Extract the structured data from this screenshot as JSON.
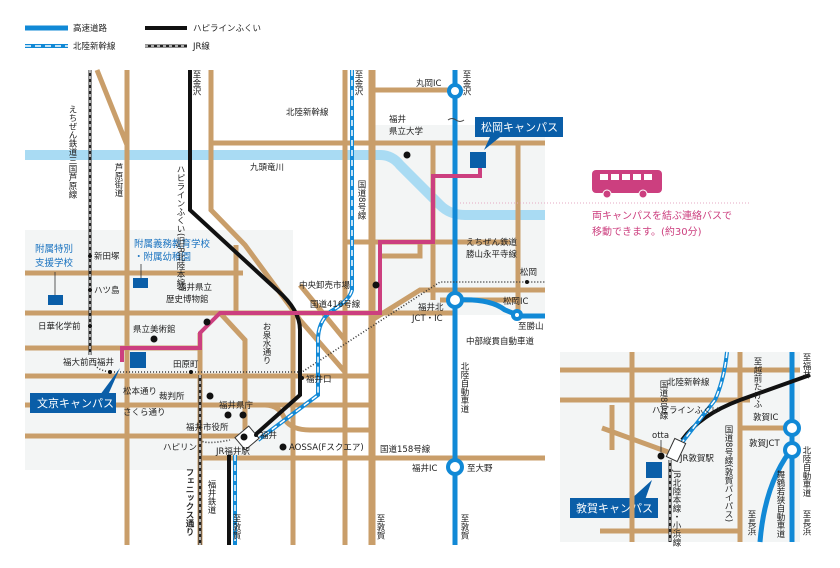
{
  "legend": {
    "expressway": "高速道路",
    "hapiline": "ハピラインふくい",
    "shinkansen": "北陸新幹線",
    "jr": "JR線"
  },
  "campuses": {
    "bunkyo": "文京キャンパス",
    "matsuoka": "松岡キャンパス",
    "tsuruga": "敦賀キャンパス"
  },
  "bus_note": {
    "line1": "両キャンパスを結ぶ連絡バスで",
    "line2": "移動できます。(約30分)"
  },
  "places": {
    "tokubetsu": [
      "附属特別",
      "支援学校"
    ],
    "gimu": [
      "附属義務教育学校",
      "・附属幼稚園"
    ],
    "pref_univ": [
      "福井",
      "県立大学"
    ],
    "museum": [
      "福井県立",
      "歴史博物館"
    ],
    "art": "県立美術館",
    "market": "中央卸売市場",
    "court": "裁判所",
    "pref_office": "福井県庁",
    "city_office": "福井市役所",
    "aossa": "AOSSA(Fスクエア)",
    "otta": "otta",
    "happiring": "ハピリン"
  },
  "roads": {
    "echizen_mikuni": "えちぜん鉄道三国芦原線",
    "awara_kaido": "芦原街道",
    "hapiline_old": "ハピラインふくい(旧JR北陸本線)",
    "kuzuryu": "九頭竜川",
    "shinkansen_label": "北陸新幹線",
    "r8": "国道8号線",
    "r416": "国道416号線",
    "r158": "国道158号線",
    "katsuyama": [
      "えちぜん鉄道",
      "勝山永平寺線"
    ],
    "chubu": "中部縦貫自動車道",
    "hokuriku_exp": "北陸自動車道",
    "oshozu": "お泉水通り",
    "matsumoto": "松本通り",
    "sakura": "さくら通り",
    "phoenix": "フェニックス通り",
    "fukui_tetsudo": "福井鉄道"
  },
  "stations": {
    "shindenzuka": "新田塚",
    "hachijima": "ハツ島",
    "nikka": "日華化学前",
    "fukudai": "福大前西福井",
    "tawaramachi": "田原町",
    "fukuiguchi": "福井口",
    "fukui": "福井",
    "jr_fukui": "JR福井駅",
    "matsuoka": "松岡"
  },
  "interchanges": {
    "maruoka": "丸岡IC",
    "fukuikita": [
      "福井北",
      "JCT・IC"
    ],
    "matsuoka": "松岡IC",
    "fukui": "福井IC"
  },
  "directions": {
    "kanazawa": "至金沢",
    "tsuruga": "至敦賀",
    "ono": "至大野",
    "katsuyama": "至勝山"
  },
  "tsuruga_inset": {
    "r8": "国道8号線",
    "r8_bypass": "国道8号線(敦賀バイパス)",
    "shinkansen": "北陸新幹線",
    "hapiline": "ハピラインふくい",
    "station": "JR敦賀駅",
    "jr_line": "JR北陸本線・小浜線",
    "tsuruga_ic": "敦賀IC",
    "tsuruga_jct": "敦賀JCT",
    "hokuriku_exp": "北陸自動車道",
    "maizuru": "舞鶴若狭自動車道",
    "to_fukui": "至福井",
    "to_nagahama": "至長浜",
    "to_minamiechizen": "至越前たけふ"
  },
  "colors": {
    "road": "#c99e6a",
    "expressway": "#1189d6",
    "campus": "#0a5ea8",
    "route": "#cc3f7f",
    "river": "#a9dbf3"
  }
}
